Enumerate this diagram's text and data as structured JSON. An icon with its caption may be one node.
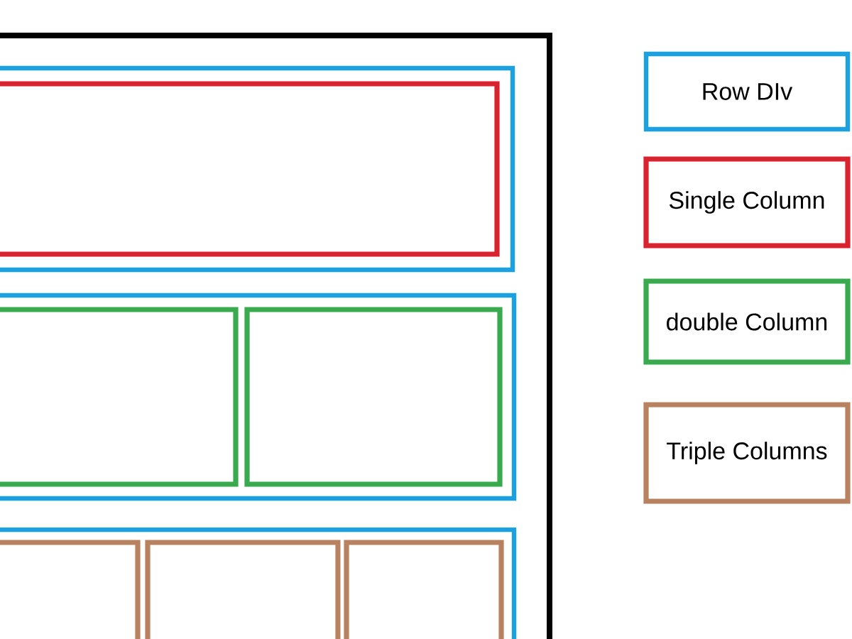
{
  "diagram": {
    "nodes": [
      {
        "text": [],
        "shape": "box"
      },
      {
        "text": [],
        "shape": "box",
        "in": 0
      },
      {
        "text": [],
        "shape": "box",
        "in": 1
      },
      {
        "text": [],
        "shape": "box",
        "in": 0
      },
      {
        "text": [],
        "shape": "box",
        "in": 3
      },
      {
        "text": [],
        "shape": "box",
        "in": 3
      },
      {
        "text": [],
        "shape": "box",
        "in": 0
      },
      {
        "text": [],
        "shape": "box",
        "in": 6
      },
      {
        "text": [],
        "shape": "box",
        "in": 6
      },
      {
        "text": [],
        "shape": "box",
        "in": 6
      },
      {
        "text": [
          "Row DIv"
        ]
      },
      {
        "text": [
          "Single Column"
        ]
      },
      {
        "text": [
          "double Column"
        ]
      },
      {
        "text": [
          "Triple Columns"
        ]
      }
    ]
  }
}
